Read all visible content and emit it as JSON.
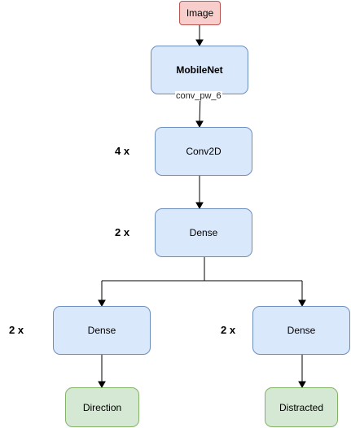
{
  "diagram": {
    "nodes": {
      "image": "Image",
      "mobilenet": "MobileNet",
      "conv2d": "Conv2D",
      "dense_shared": "Dense",
      "dense_left": "Dense",
      "dense_right": "Dense",
      "direction": "Direction",
      "distracted": "Distracted"
    },
    "edge_labels": {
      "mobilenet_to_conv2d": "conv_pw_6"
    },
    "multipliers": {
      "conv2d": "4 x",
      "dense_shared": "2 x",
      "dense_left": "2 x",
      "dense_right": "2 x"
    }
  },
  "colors": {
    "model_fill": "#dae8fc",
    "model_stroke": "#6c8ebf",
    "input_fill": "#f8cecc",
    "input_stroke": "#b85450",
    "output_fill": "#d5e8d4",
    "output_stroke": "#82b366"
  }
}
